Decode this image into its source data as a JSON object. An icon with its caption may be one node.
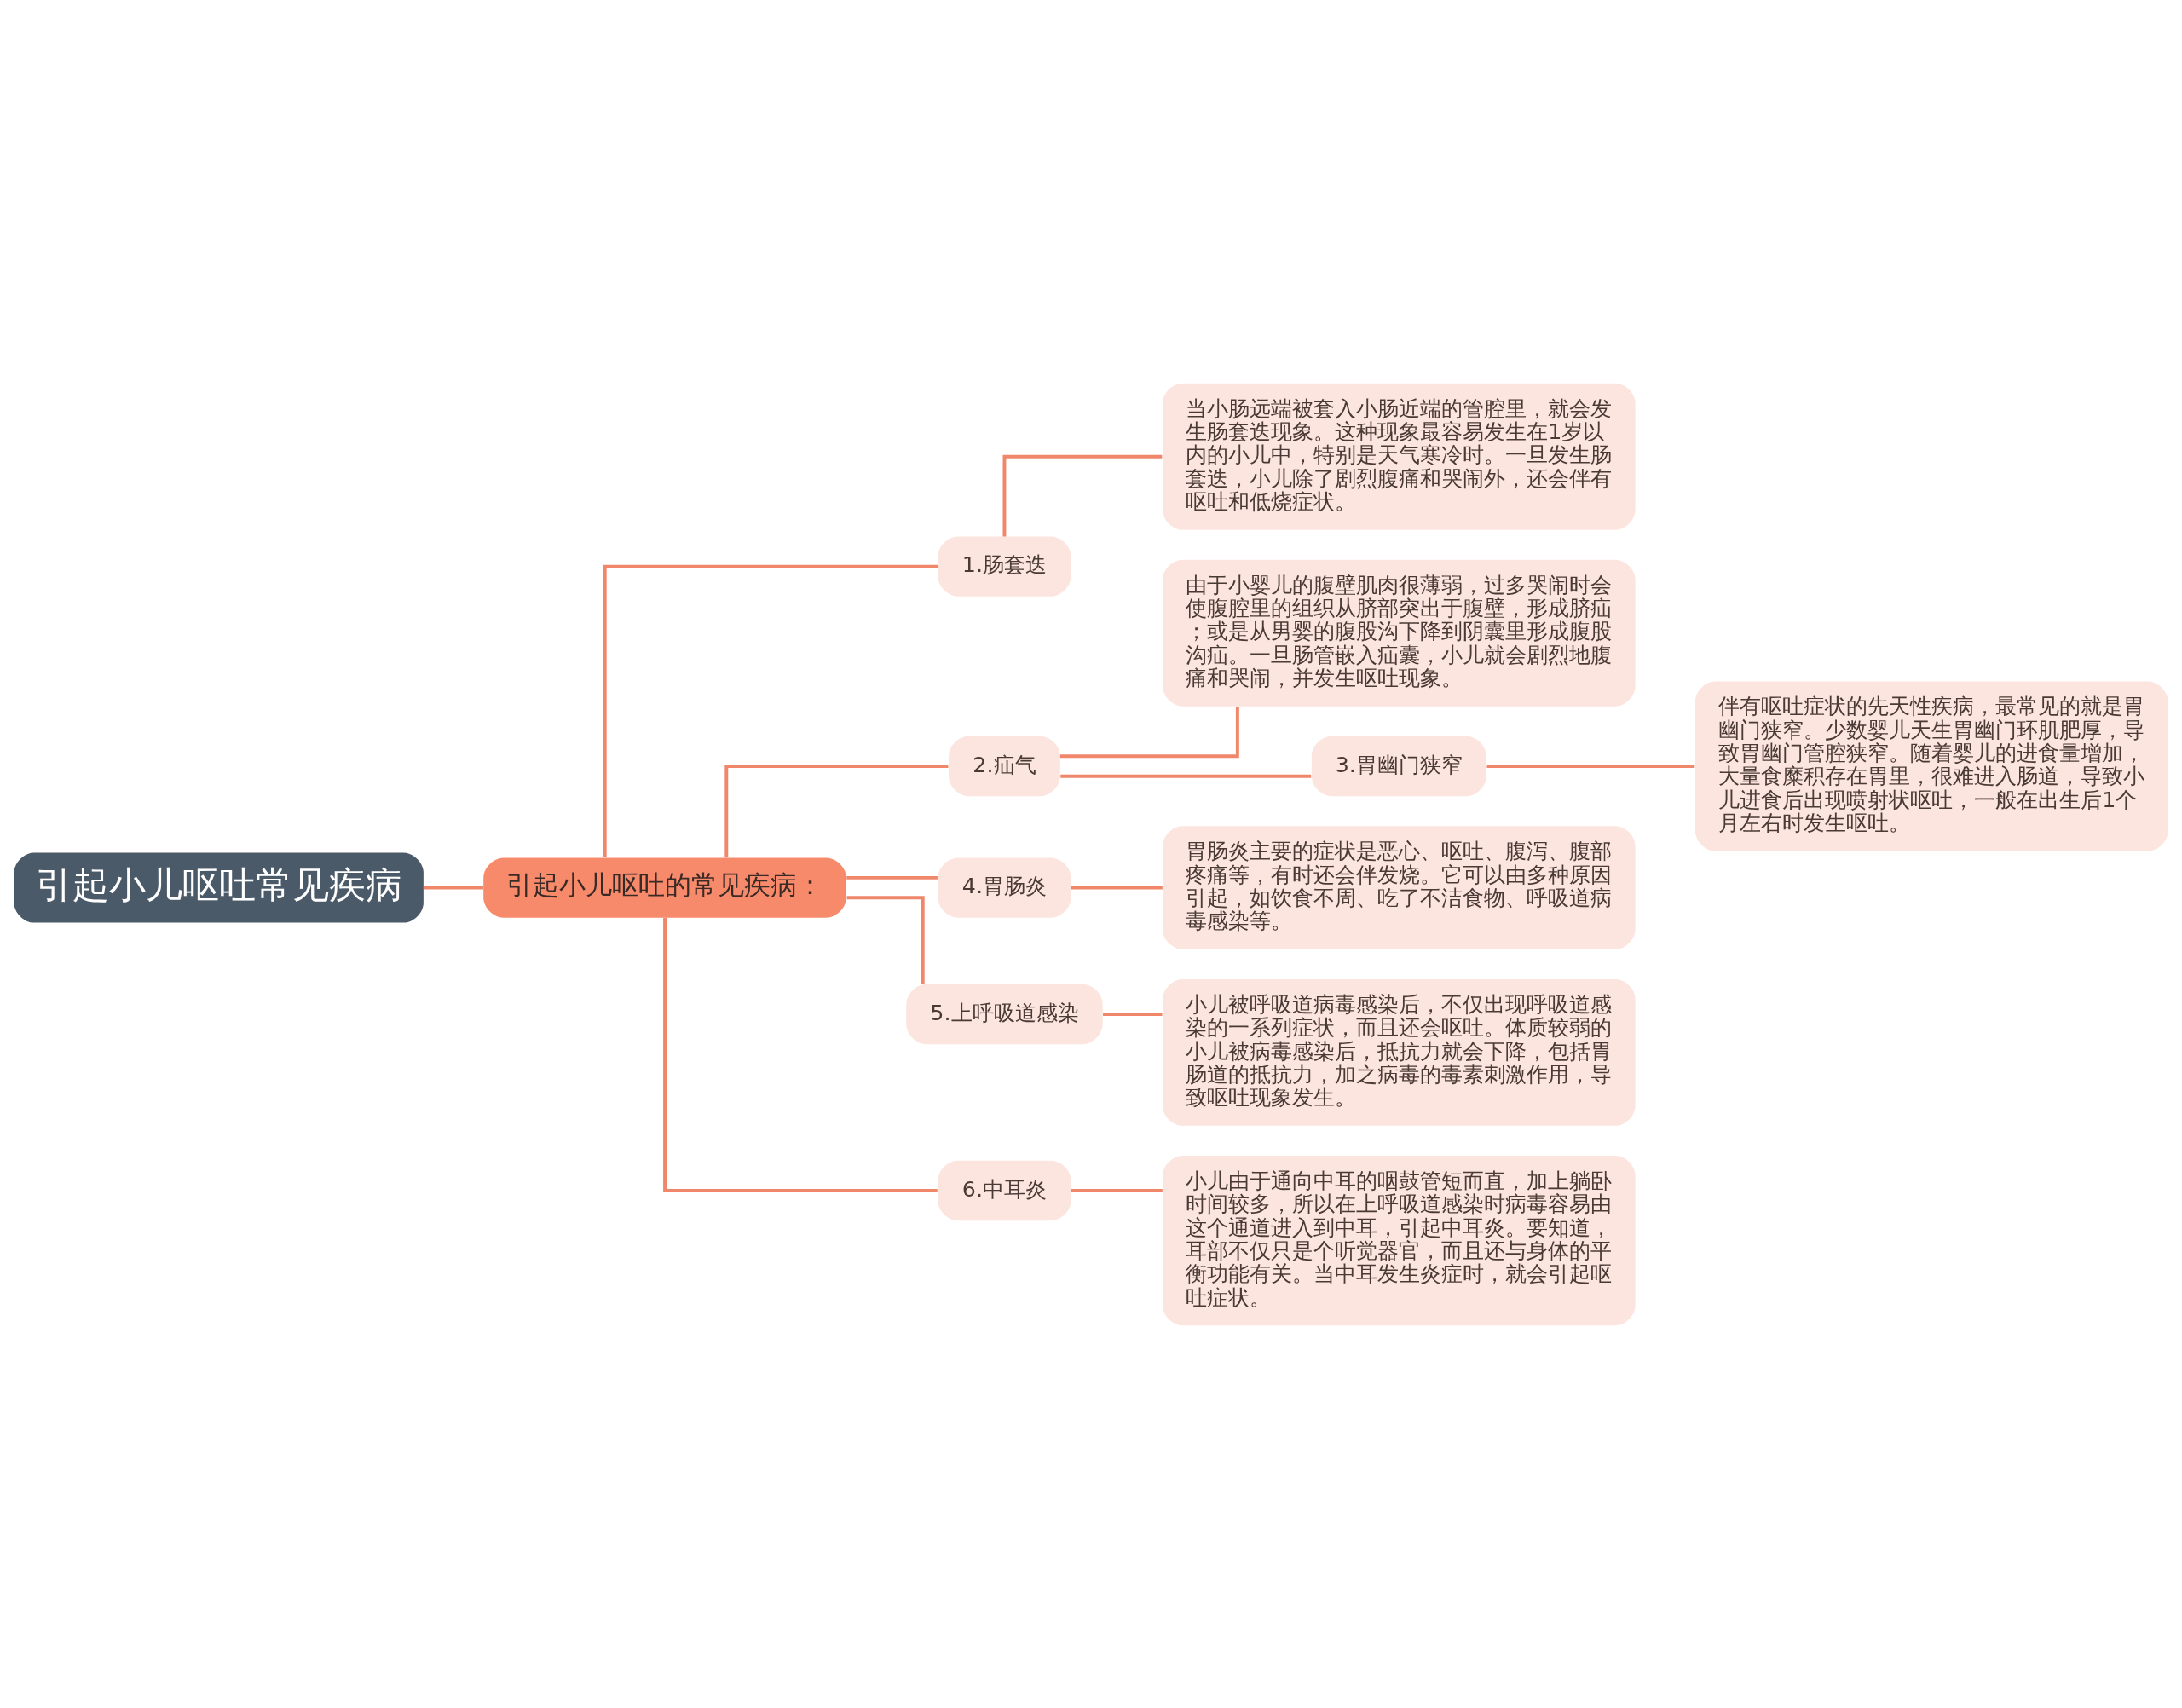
{
  "diagram": {
    "nodes": [
      {
        "text": [
          "引起小儿呕吐常见疾病"
        ]
      },
      {
        "text": [
          "引起小儿呕吐的常见疾病："
        ]
      },
      {
        "text": [
          "1.肠套迭"
        ]
      },
      {
        "text": [
          "当小肠远端被套入小肠近端的管腔里，就会发生肠套迭现象。这种现象最容易发生在1岁以内的小儿中，特别是天气寒冷时。一旦发生肠套迭，小儿除了剧烈腹痛和哭闹外，还会伴有呕吐和低烧症状。"
        ]
      },
      {
        "text": [
          "2.疝气"
        ]
      },
      {
        "text": [
          "由于小婴儿的腹壁肌肉很薄弱，过多哭闹时会使腹腔里的组织从脐部突出于腹壁，形成脐疝；或是从男婴的腹股沟下降到阴囊里形成腹股沟疝。一旦肠管嵌入疝囊，小儿就会剧烈地腹痛和哭闹，并发生呕吐现象。"
        ]
      },
      {
        "text": [
          "3.胃幽门狭窄"
        ]
      },
      {
        "text": [
          "伴有呕吐症状的先天性疾病，最常见的就是胃幽门狭窄。少数婴儿天生胃幽门环肌肥厚，导致胃幽门管腔狭窄。随着婴儿的进食量增加，大量食糜积存在胃里，很难进入肠道，导致小儿进食后出现喷射状呕吐，一般在出生后1个月左右时发生呕吐。"
        ]
      },
      {
        "text": [
          "4.胃肠炎"
        ]
      },
      {
        "text": [
          "胃肠炎主要的症状是恶心、呕吐、腹泻、腹部疼痛等，有时还会伴发烧。它可以由多种原因引起，如饮食不周、吃了不洁食物、呼吸道病毒感染等。"
        ]
      },
      {
        "text": [
          "5.上呼吸道感染"
        ]
      },
      {
        "text": [
          "小儿被呼吸道病毒感染后，不仅出现呼吸道感染的一系列症状，而且还会呕吐。体质较弱的小儿被病毒感染后，抵抗力就会下降，包括胃肠道的抵抗力，加之病毒的毒素刺激作用，导致呕吐现象发生。"
        ]
      },
      {
        "text": [
          "6.中耳炎"
        ]
      },
      {
        "text": [
          "小儿由于通向中耳的咽鼓管短而直，加上躺卧时间较多，所以在上呼吸道感染时病毒容易由这个通道进入到中耳，引起中耳炎。要知道，耳部不仅只是个听觉器官，而且还与身体的平衡功能有关。当中耳发生炎症时，就会引起呕吐症状。"
        ]
      }
    ],
    "edges": [
      {
        "from": 0,
        "to": 1,
        "arrow": "none"
      },
      {
        "from": 1,
        "to": 2,
        "arrow": "none"
      },
      {
        "from": 2,
        "to": 3,
        "arrow": "none"
      },
      {
        "from": 1,
        "to": 4,
        "arrow": "none"
      },
      {
        "from": 4,
        "to": 5,
        "arrow": "none"
      },
      {
        "from": 4,
        "to": 6,
        "arrow": "none"
      },
      {
        "from": 6,
        "to": 7,
        "arrow": "none"
      },
      {
        "from": 1,
        "to": 8,
        "arrow": "none"
      },
      {
        "from": 8,
        "to": 9,
        "arrow": "none"
      },
      {
        "from": 1,
        "to": 10,
        "arrow": "none"
      },
      {
        "from": 10,
        "to": 11,
        "arrow": "none"
      },
      {
        "from": 1,
        "to": 12,
        "arrow": "none"
      },
      {
        "from": 12,
        "to": 13,
        "arrow": "none"
      }
    ]
  }
}
